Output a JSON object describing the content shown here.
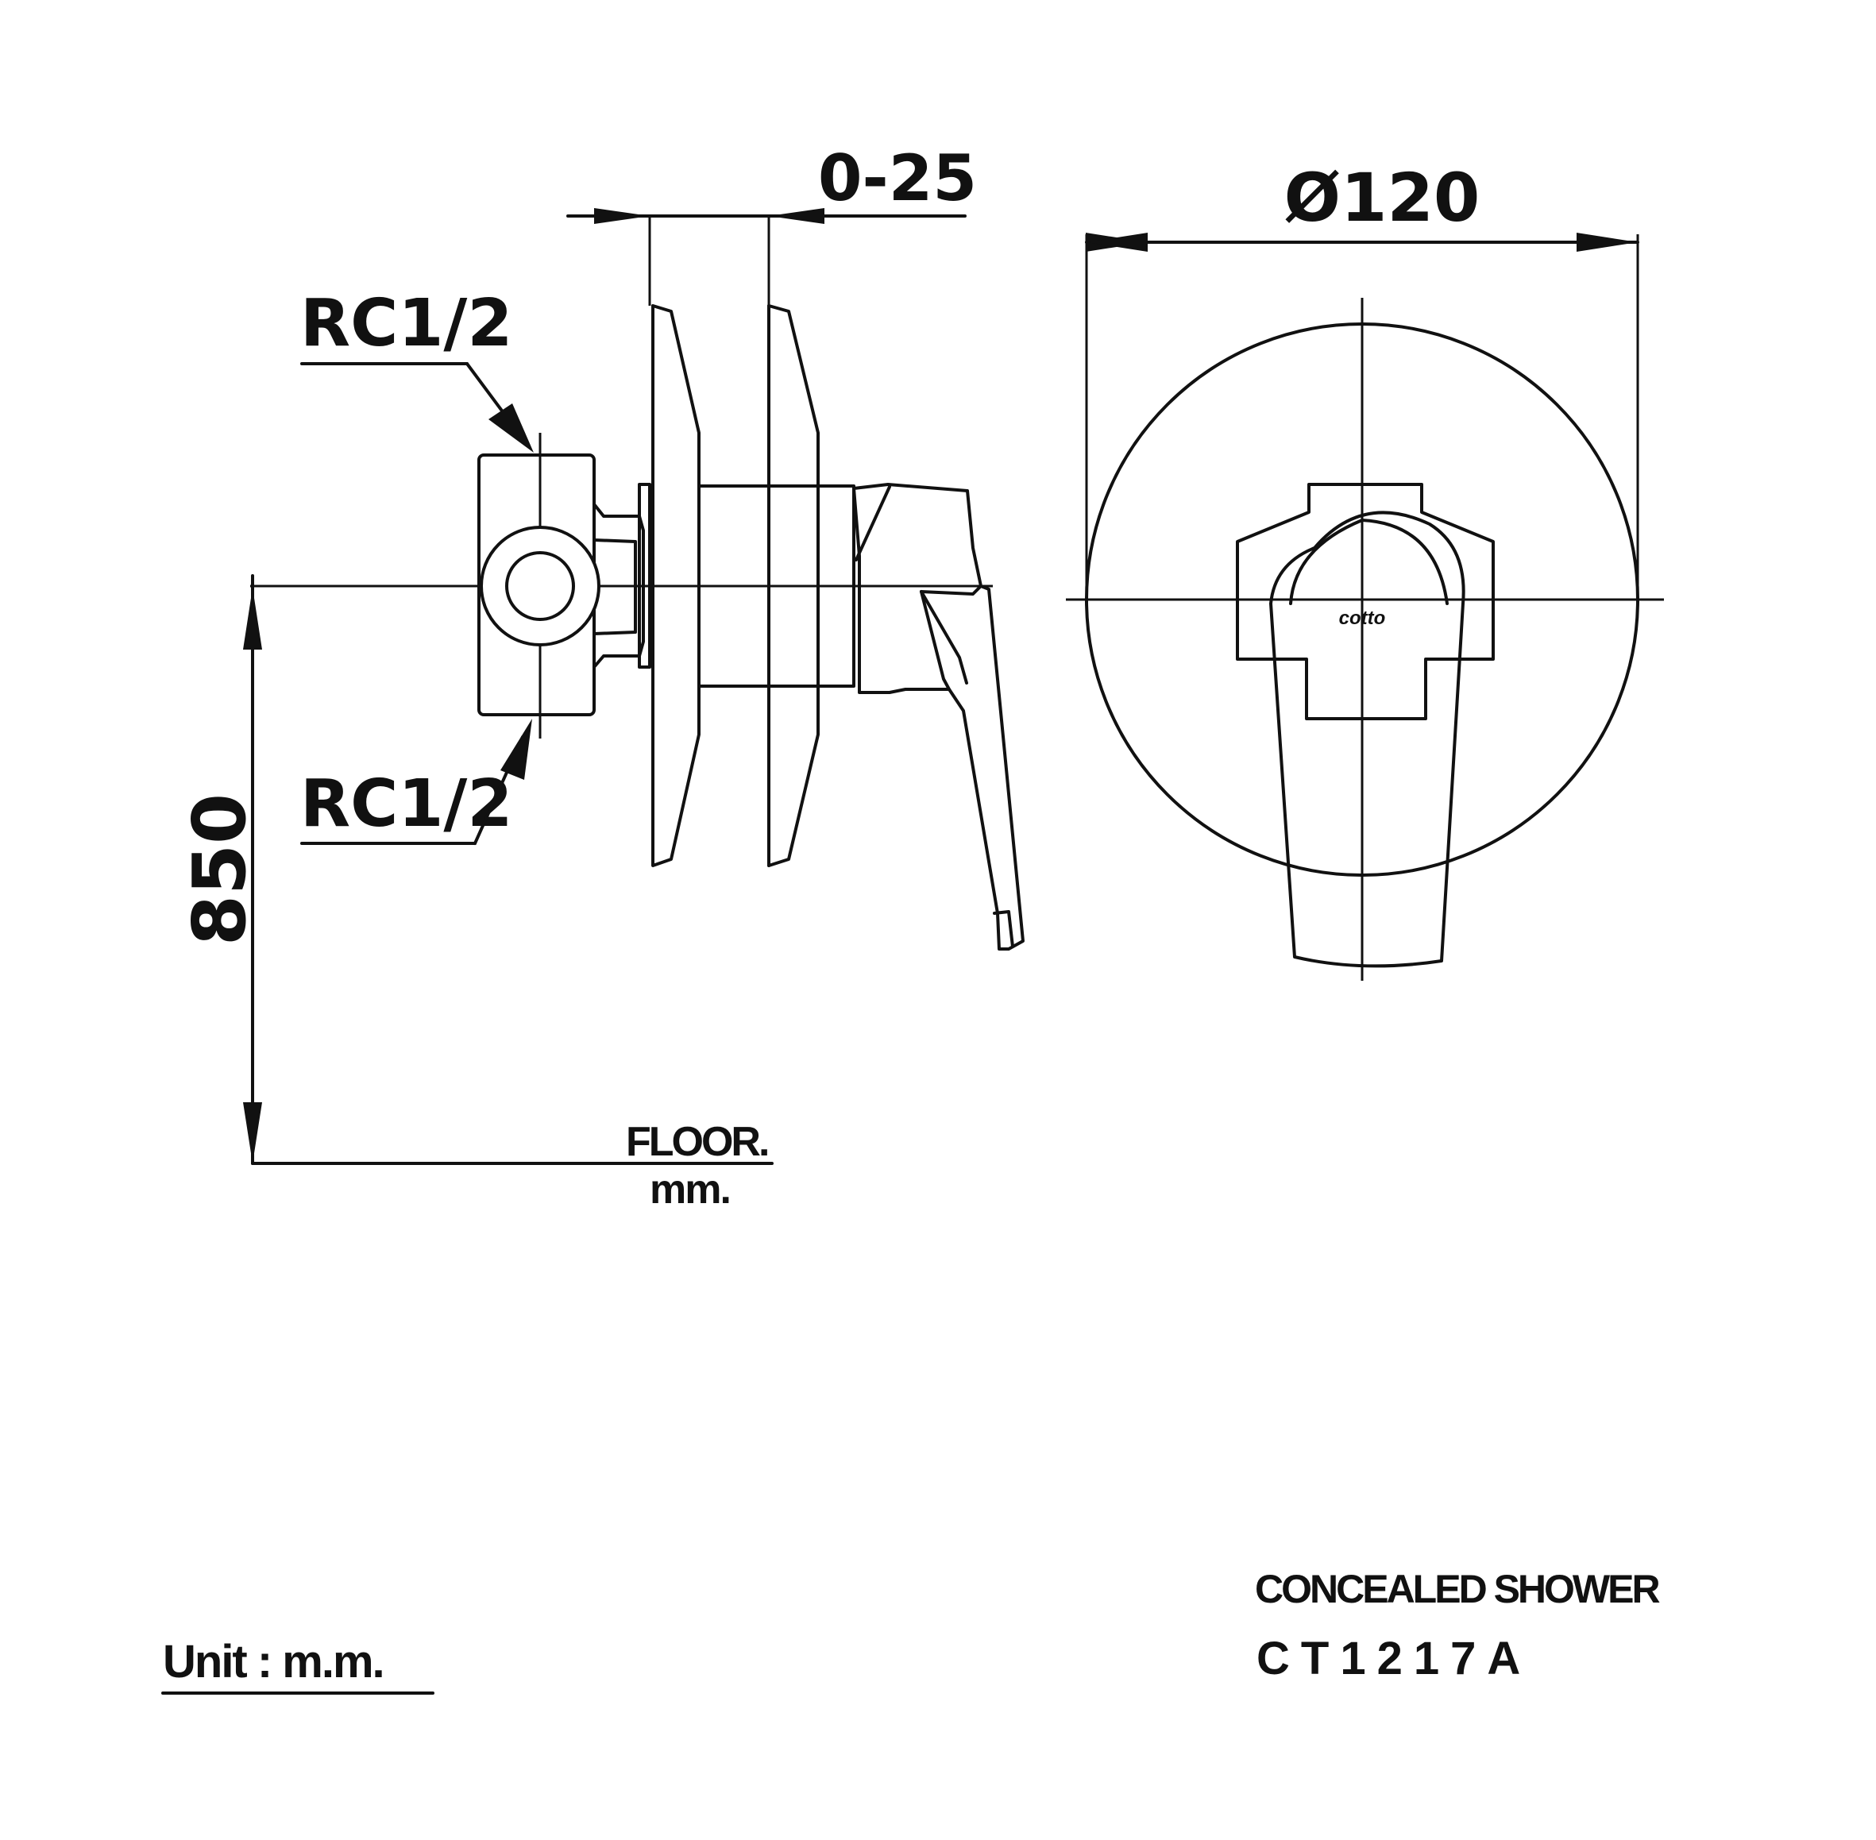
{
  "dimensions": {
    "depth_range": "0-25",
    "plate_diameter": "Ø120",
    "inlet_top": "RC1/2",
    "inlet_bottom": "RC1/2",
    "height": "850"
  },
  "floor": {
    "label": "FLOOR.",
    "unit": "mm."
  },
  "title": {
    "product": "CONCEALED SHOWER",
    "model": "CT1217A"
  },
  "unit_note": "Unit : m.m.",
  "handle_logo": "cotto",
  "colors": {
    "line": "#111111",
    "background": "#ffffff"
  }
}
